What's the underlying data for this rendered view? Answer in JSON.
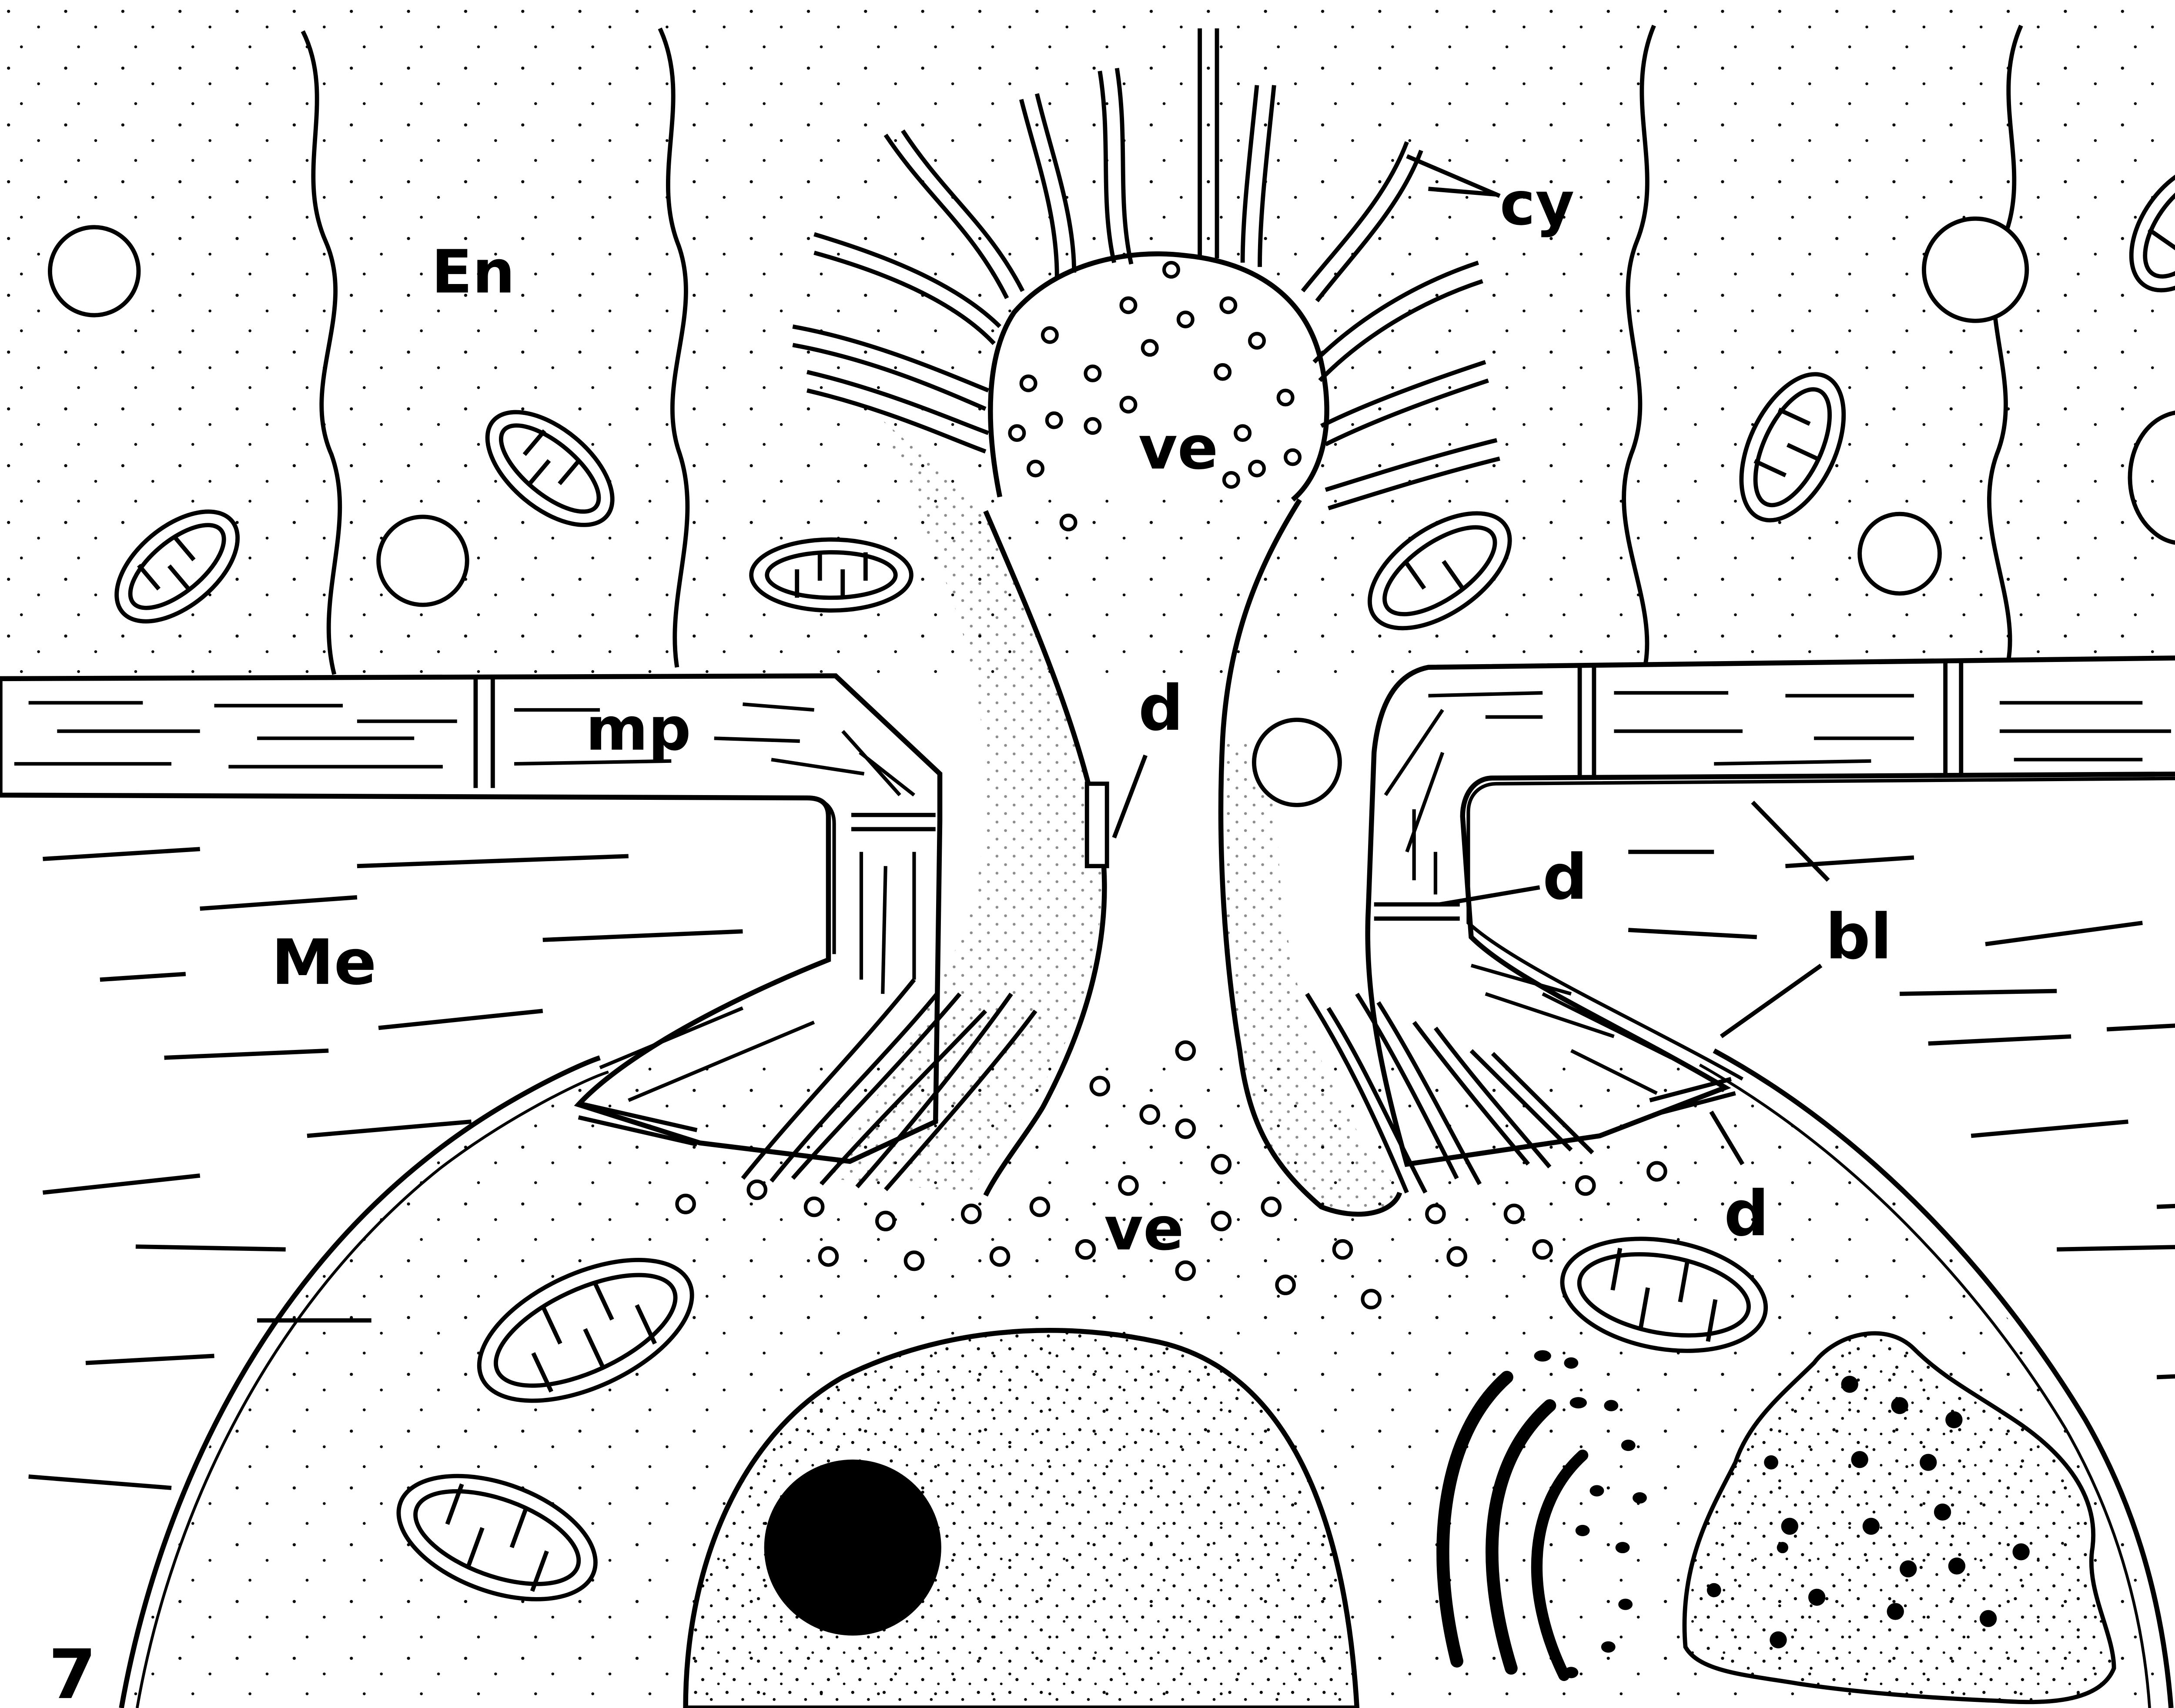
{
  "figure": {
    "panel_number": "7",
    "labels": {
      "en": "En",
      "me": "Me",
      "mp": "mp",
      "cy": "cy",
      "ve_top": "ve",
      "ve_bottom": "ve",
      "bl": "bl",
      "d_center": "d",
      "d_right_mid": "d",
      "d_lower_right": "d"
    }
  }
}
